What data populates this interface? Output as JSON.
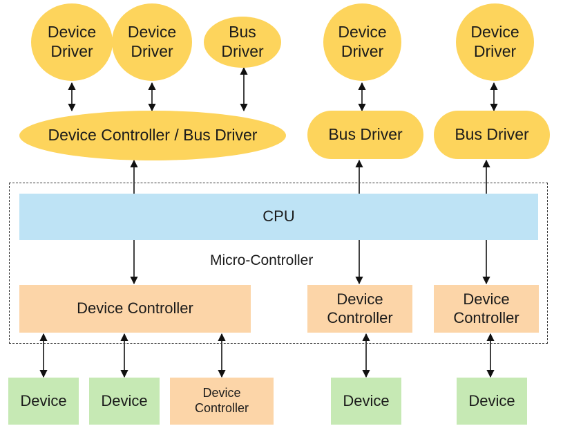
{
  "top_drivers": [
    {
      "label": "Device\nDriver"
    },
    {
      "label": "Device\nDriver"
    },
    {
      "label": "Bus\nDriver"
    },
    {
      "label": "Device\nDriver"
    },
    {
      "label": "Device\nDriver"
    }
  ],
  "mid_drivers": [
    {
      "label": "Device Controller / Bus Driver"
    },
    {
      "label": "Bus Driver"
    },
    {
      "label": "Bus Driver"
    }
  ],
  "micro_controller": {
    "label": "Micro-Controller",
    "cpu_label": "CPU",
    "controllers": [
      {
        "label": "Device Controller"
      },
      {
        "label": "Device\nController"
      },
      {
        "label": "Device\nController"
      }
    ]
  },
  "bottom_devices": [
    {
      "label": "Device"
    },
    {
      "label": "Device"
    },
    {
      "label": "Device\nController"
    },
    {
      "label": "Device"
    },
    {
      "label": "Device"
    }
  ],
  "colors": {
    "driver": "#fdd45c",
    "controller": "#fcd5a8",
    "device": "#c6e9b4",
    "cpu": "#bee3f5"
  }
}
